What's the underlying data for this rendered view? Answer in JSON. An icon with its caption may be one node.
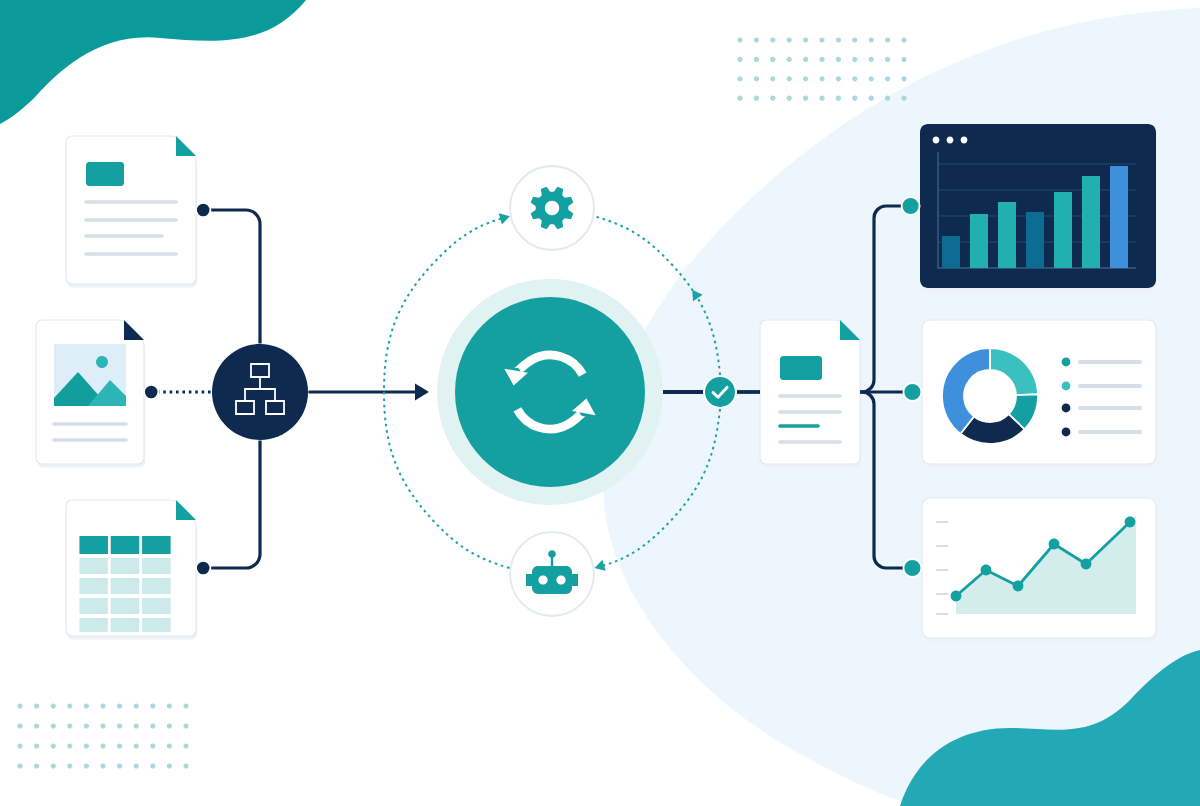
{
  "diagram": {
    "nodes": [
      {
        "text": [],
        "shape": "document"
      },
      {
        "text": [],
        "shape": "document"
      },
      {
        "text": [],
        "shape": "document"
      },
      {
        "text": [],
        "shape": "circle"
      },
      {
        "text": [],
        "shape": "circle"
      },
      {
        "text": [],
        "shape": "circle"
      },
      {
        "text": [],
        "shape": "circle"
      },
      {
        "text": [],
        "shape": "circle"
      },
      {
        "text": [],
        "shape": "document"
      },
      {
        "text": [],
        "shape": "picture"
      },
      {
        "text": [],
        "shape": "picture"
      },
      {
        "text": [],
        "shape": "picture"
      }
    ],
    "edges": [
      {
        "from": 0,
        "to": 3,
        "arrow": "other"
      },
      {
        "from": 1,
        "to": 3,
        "arrow": "other",
        "style": "dashed"
      },
      {
        "from": 2,
        "to": 3,
        "arrow": "other"
      },
      {
        "from": 3,
        "to": 5,
        "arrow": "to"
      },
      {
        "from": 6,
        "to": 4,
        "arrow": "to",
        "style": "dashed",
        "color": "#1aa3a3"
      },
      {
        "from": 7,
        "to": 4,
        "arrow": "to",
        "style": "dashed",
        "color": "#1aa3a3"
      },
      {
        "from": 7,
        "to": 6,
        "arrow": "to",
        "style": "dashed",
        "color": "#1aa3a3"
      },
      {
        "from": 5,
        "to": 7,
        "arrow": "none"
      },
      {
        "from": 7,
        "to": 8,
        "arrow": "none"
      },
      {
        "from": 8,
        "to": 9,
        "arrow": "other"
      },
      {
        "from": 8,
        "to": 10,
        "arrow": "other"
      },
      {
        "from": 8,
        "to": 11,
        "arrow": "other"
      }
    ]
  }
}
